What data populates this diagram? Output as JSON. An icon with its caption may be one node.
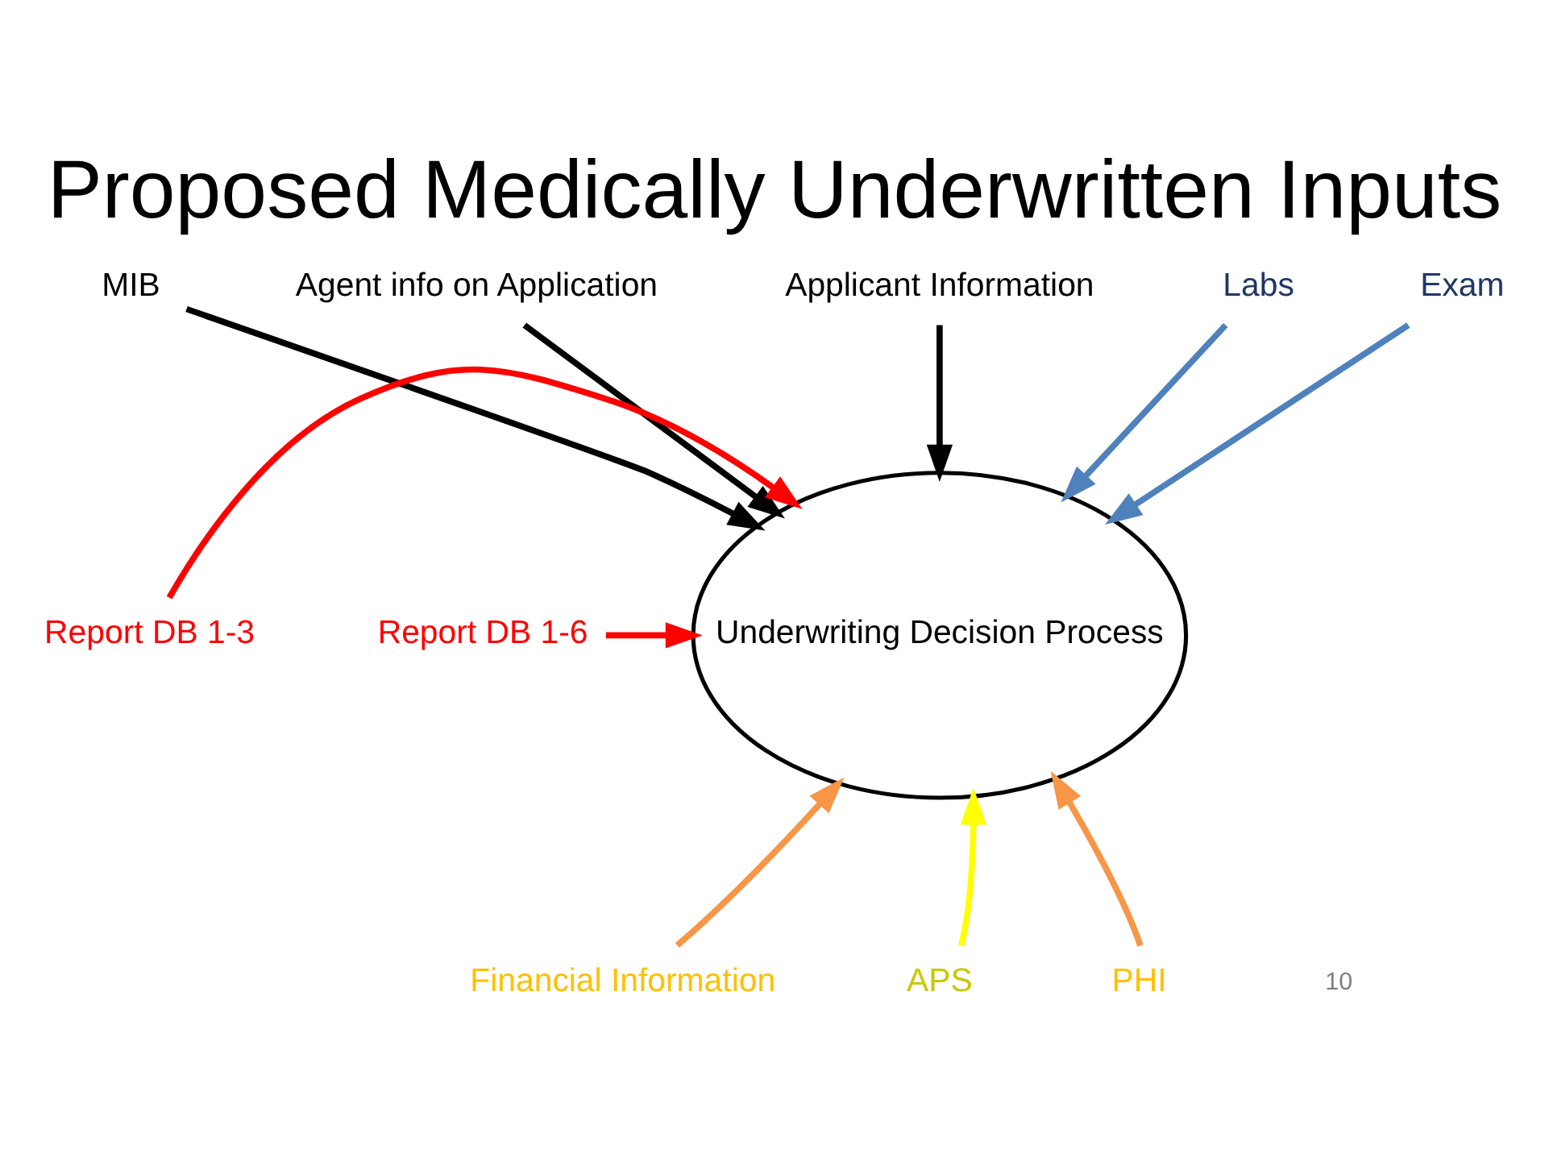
{
  "diagram": {
    "title": "Proposed Medically Underwritten Inputs",
    "nodes": [
      {
        "text": [
          "Underwriting Decision Process"
        ]
      },
      {
        "text": [
          "MIB"
        ]
      },
      {
        "text": [
          "Agent info on Application"
        ]
      },
      {
        "text": [
          "Applicant Information"
        ]
      },
      {
        "text": [
          "Labs"
        ]
      },
      {
        "text": [
          "Exam"
        ]
      },
      {
        "text": [
          "Report DB 1-3"
        ]
      },
      {
        "text": [
          "Report DB 1-6"
        ]
      },
      {
        "text": [
          "Financial Information"
        ]
      },
      {
        "text": [
          "APS"
        ]
      },
      {
        "text": [
          "PHI"
        ]
      }
    ],
    "edges": [
      {
        "from": 1,
        "to": 0,
        "arrow": "to"
      },
      {
        "from": 2,
        "to": 0,
        "arrow": "to"
      },
      {
        "from": 3,
        "to": 0,
        "arrow": "to"
      },
      {
        "from": 4,
        "to": 0,
        "arrow": "to",
        "color": "#4f81bd"
      },
      {
        "from": 5,
        "to": 0,
        "arrow": "to",
        "color": "#4f81bd"
      },
      {
        "from": 6,
        "to": 0,
        "arrow": "to",
        "color": "#ff0000"
      },
      {
        "from": 7,
        "to": 0,
        "arrow": "to",
        "color": "#ff0000"
      },
      {
        "from": 8,
        "to": 0,
        "arrow": "to",
        "color": "#f79646"
      },
      {
        "from": 9,
        "to": 0,
        "arrow": "to",
        "color": "#ffff00"
      },
      {
        "from": 10,
        "to": 0,
        "arrow": "to",
        "color": "#f79646"
      }
    ],
    "labels": [
      "10"
    ]
  }
}
